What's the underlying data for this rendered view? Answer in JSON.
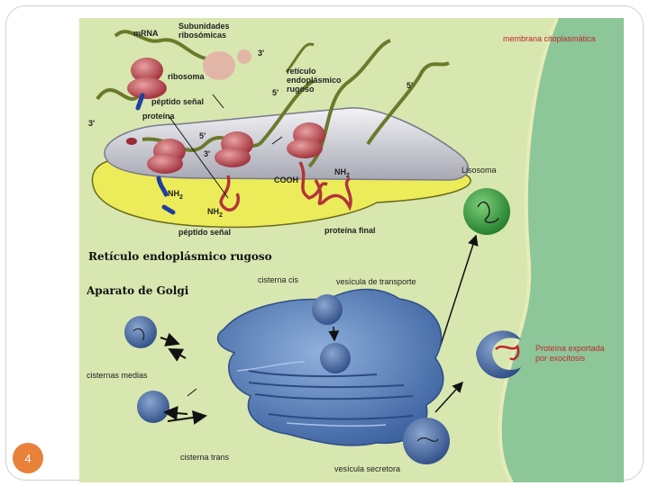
{
  "slide": {
    "page_number": "4",
    "accent": "#e8813a"
  },
  "rer": {
    "title": "Retículo endoplásmico rugoso",
    "labels": {
      "mrna": "mRNA",
      "subunits_line1": "Subunidades",
      "subunits_line2": "ribosómicas",
      "membrane": "membrana citoplasmática",
      "ribosome": "ribosoma",
      "rer_line1": "retículo",
      "rer_line2": "endoplásmico",
      "rer_line3": "rugoso",
      "signal_peptide": "péptido señal",
      "protein": "proteína",
      "five_prime": "5'",
      "three_prime": "3'",
      "nh2": "NH",
      "nh2_sub": "2",
      "cooh": "COOH",
      "final_protein": "proteína final",
      "signal_peptide_bottom": "péptido señal",
      "lysosome": "Lisosoma"
    }
  },
  "golgi": {
    "title": "Aparato de Golgi",
    "labels": {
      "cis": "cisterna cis",
      "transport_vesicle": "vesícula de transporte",
      "medial": "cisternas medias",
      "trans": "cisterna trans",
      "secretory_vesicle": "vesícula secretora",
      "exported_line1": "Proteína exportada",
      "exported_line2": "por exocitosis"
    }
  },
  "colors": {
    "background": "#d8e6b0",
    "cytoplasm_membrane": "#8dc698",
    "golgi_blue": "#4f78b6",
    "ribosome_red": "#b23a44",
    "protein_red": "#c0272d",
    "lumen_yellow": "#ecec5a",
    "lysosome_green": "#2e9a36"
  }
}
